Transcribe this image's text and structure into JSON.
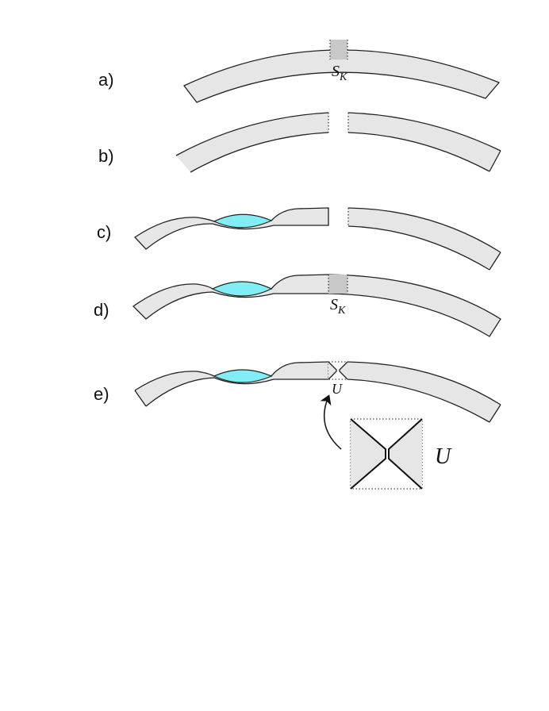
{
  "panels": {
    "a": {
      "label": "a)",
      "patch_symbol": "S",
      "patch_subscript": "K"
    },
    "b": {
      "label": "b)"
    },
    "c": {
      "label": "c)"
    },
    "d": {
      "label": "d)",
      "patch_symbol": "S",
      "patch_subscript": "K"
    },
    "e": {
      "label": "e)",
      "gap_label": "U"
    }
  },
  "inset": {
    "label": "U"
  },
  "colors": {
    "band": "#e6e6e6",
    "patch": "#c8c8c8",
    "bubble": "#80eef4",
    "stroke": "#222222"
  }
}
